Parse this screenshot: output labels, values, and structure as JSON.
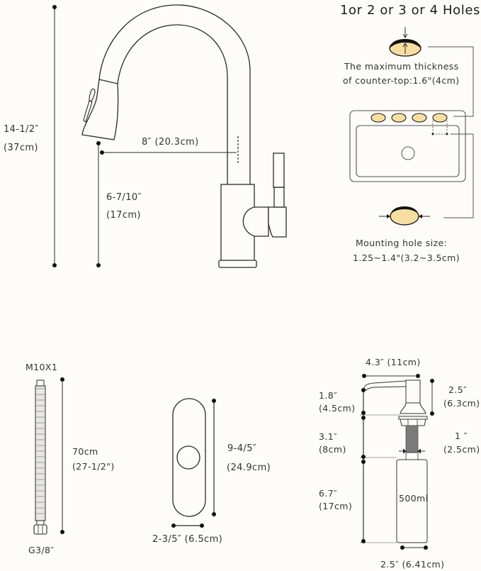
{
  "colors": {
    "background": "#fdfcf8",
    "line": "#2a2a2a",
    "hole_fill": "#f6dea0",
    "hose_gray": "#7a7a7a"
  },
  "faucet": {
    "height_in": "14-1/2″",
    "height_cm": "(37cm)",
    "reach": "8″ (20.3cm)",
    "spout_height_in": "6-7/10″",
    "spout_height_cm": "(17cm)"
  },
  "holes": {
    "title": "1or 2 or 3 or 4 Holes",
    "thickness_line1": "The maximum thickness",
    "thickness_line2": "of counter-top:1.6\"(4cm)",
    "mount_line1": "Mounting hole size:",
    "mount_line2": "1.25~1.4\"(3.2~3.5cm)"
  },
  "hose": {
    "top_thread": "M10X1",
    "length_cm": "70cm",
    "length_in": "(27-1/2\")",
    "bottom_thread": "G3/8″"
  },
  "deck_plate": {
    "height_in": "9-4/5″",
    "height_cm": "(24.9cm)",
    "width": "2-3/5″ (6.5cm)"
  },
  "soap_dispenser": {
    "width": "4.3″  (11cm)",
    "spout_in": "1.8″",
    "spout_cm": "(4.5cm)",
    "head_in": "2.5″",
    "head_cm": "(6.3cm)",
    "shank_in": "3.1″",
    "shank_cm": "(8cm)",
    "shank_dia_in": "1 ″",
    "shank_dia_cm": "(2.5cm)",
    "bottle_in": "6.7″",
    "bottle_cm": "(17cm)",
    "capacity": "500ml",
    "bottle_width": "2.5″  (6.41cm)"
  }
}
